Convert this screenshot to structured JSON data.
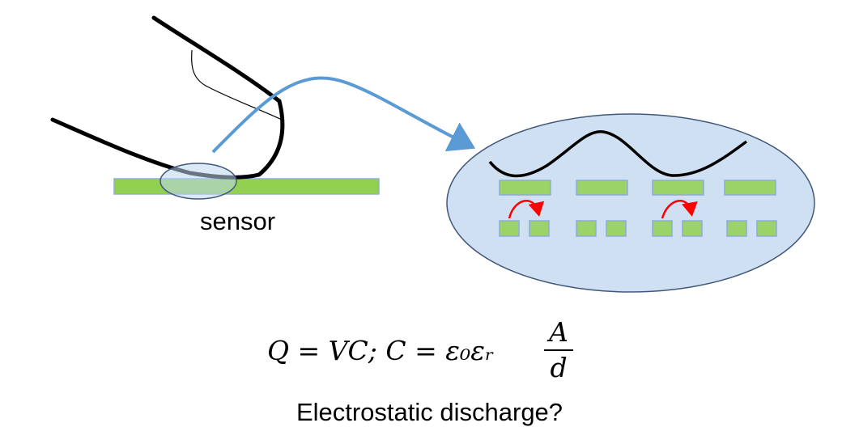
{
  "sensor_label": "sensor",
  "formula": {
    "lhs": "Q = VC;   C = ε₀εᵣ",
    "numerator": "A",
    "denominator": "d"
  },
  "question": "Electrostatic discharge?",
  "colors": {
    "sensor_bar": "#92d050",
    "sensor_border": "#8faadc",
    "ellipse_fill": "#cfe0f2",
    "ellipse_stroke": "#41587a",
    "arrow": "#5b9bd5",
    "discharge_arrow": "#ff0000",
    "finger": "#000000"
  }
}
